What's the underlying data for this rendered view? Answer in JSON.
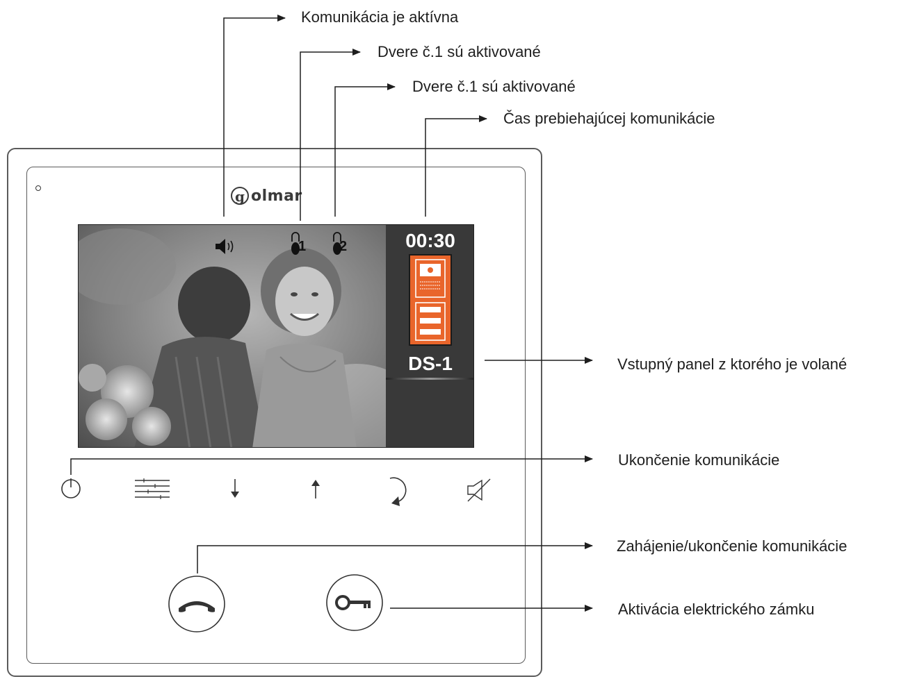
{
  "callouts": {
    "communication_active": "Komunikácia je aktívna",
    "door1_activated": "Dvere č.1 sú aktivované",
    "door2_activated": "Dvere č.1 sú aktivované",
    "call_time": "Čas prebiehajúcej komunikácie",
    "calling_panel": "Vstupný panel z ktorého je volané",
    "end_communication": "Ukončenie komunikácie",
    "start_end_communication": "Zahájenie/ukončenie komunikácie",
    "lock_activation": "Aktivácia elektrického zámku"
  },
  "device": {
    "brand": "olmar",
    "brand_initial": "g",
    "screen": {
      "timer": "00:30",
      "panel_name": "DS-1",
      "door1_label": "1",
      "door2_label": "2",
      "panel_color": "#e9652b",
      "sidebar_color": "#393939"
    },
    "touch_icons": [
      "power-icon",
      "settings-sliders-icon",
      "arrow-down-icon",
      "arrow-up-icon",
      "rotate-icon",
      "mute-icon"
    ],
    "buttons": [
      "handset-icon",
      "key-icon"
    ]
  }
}
